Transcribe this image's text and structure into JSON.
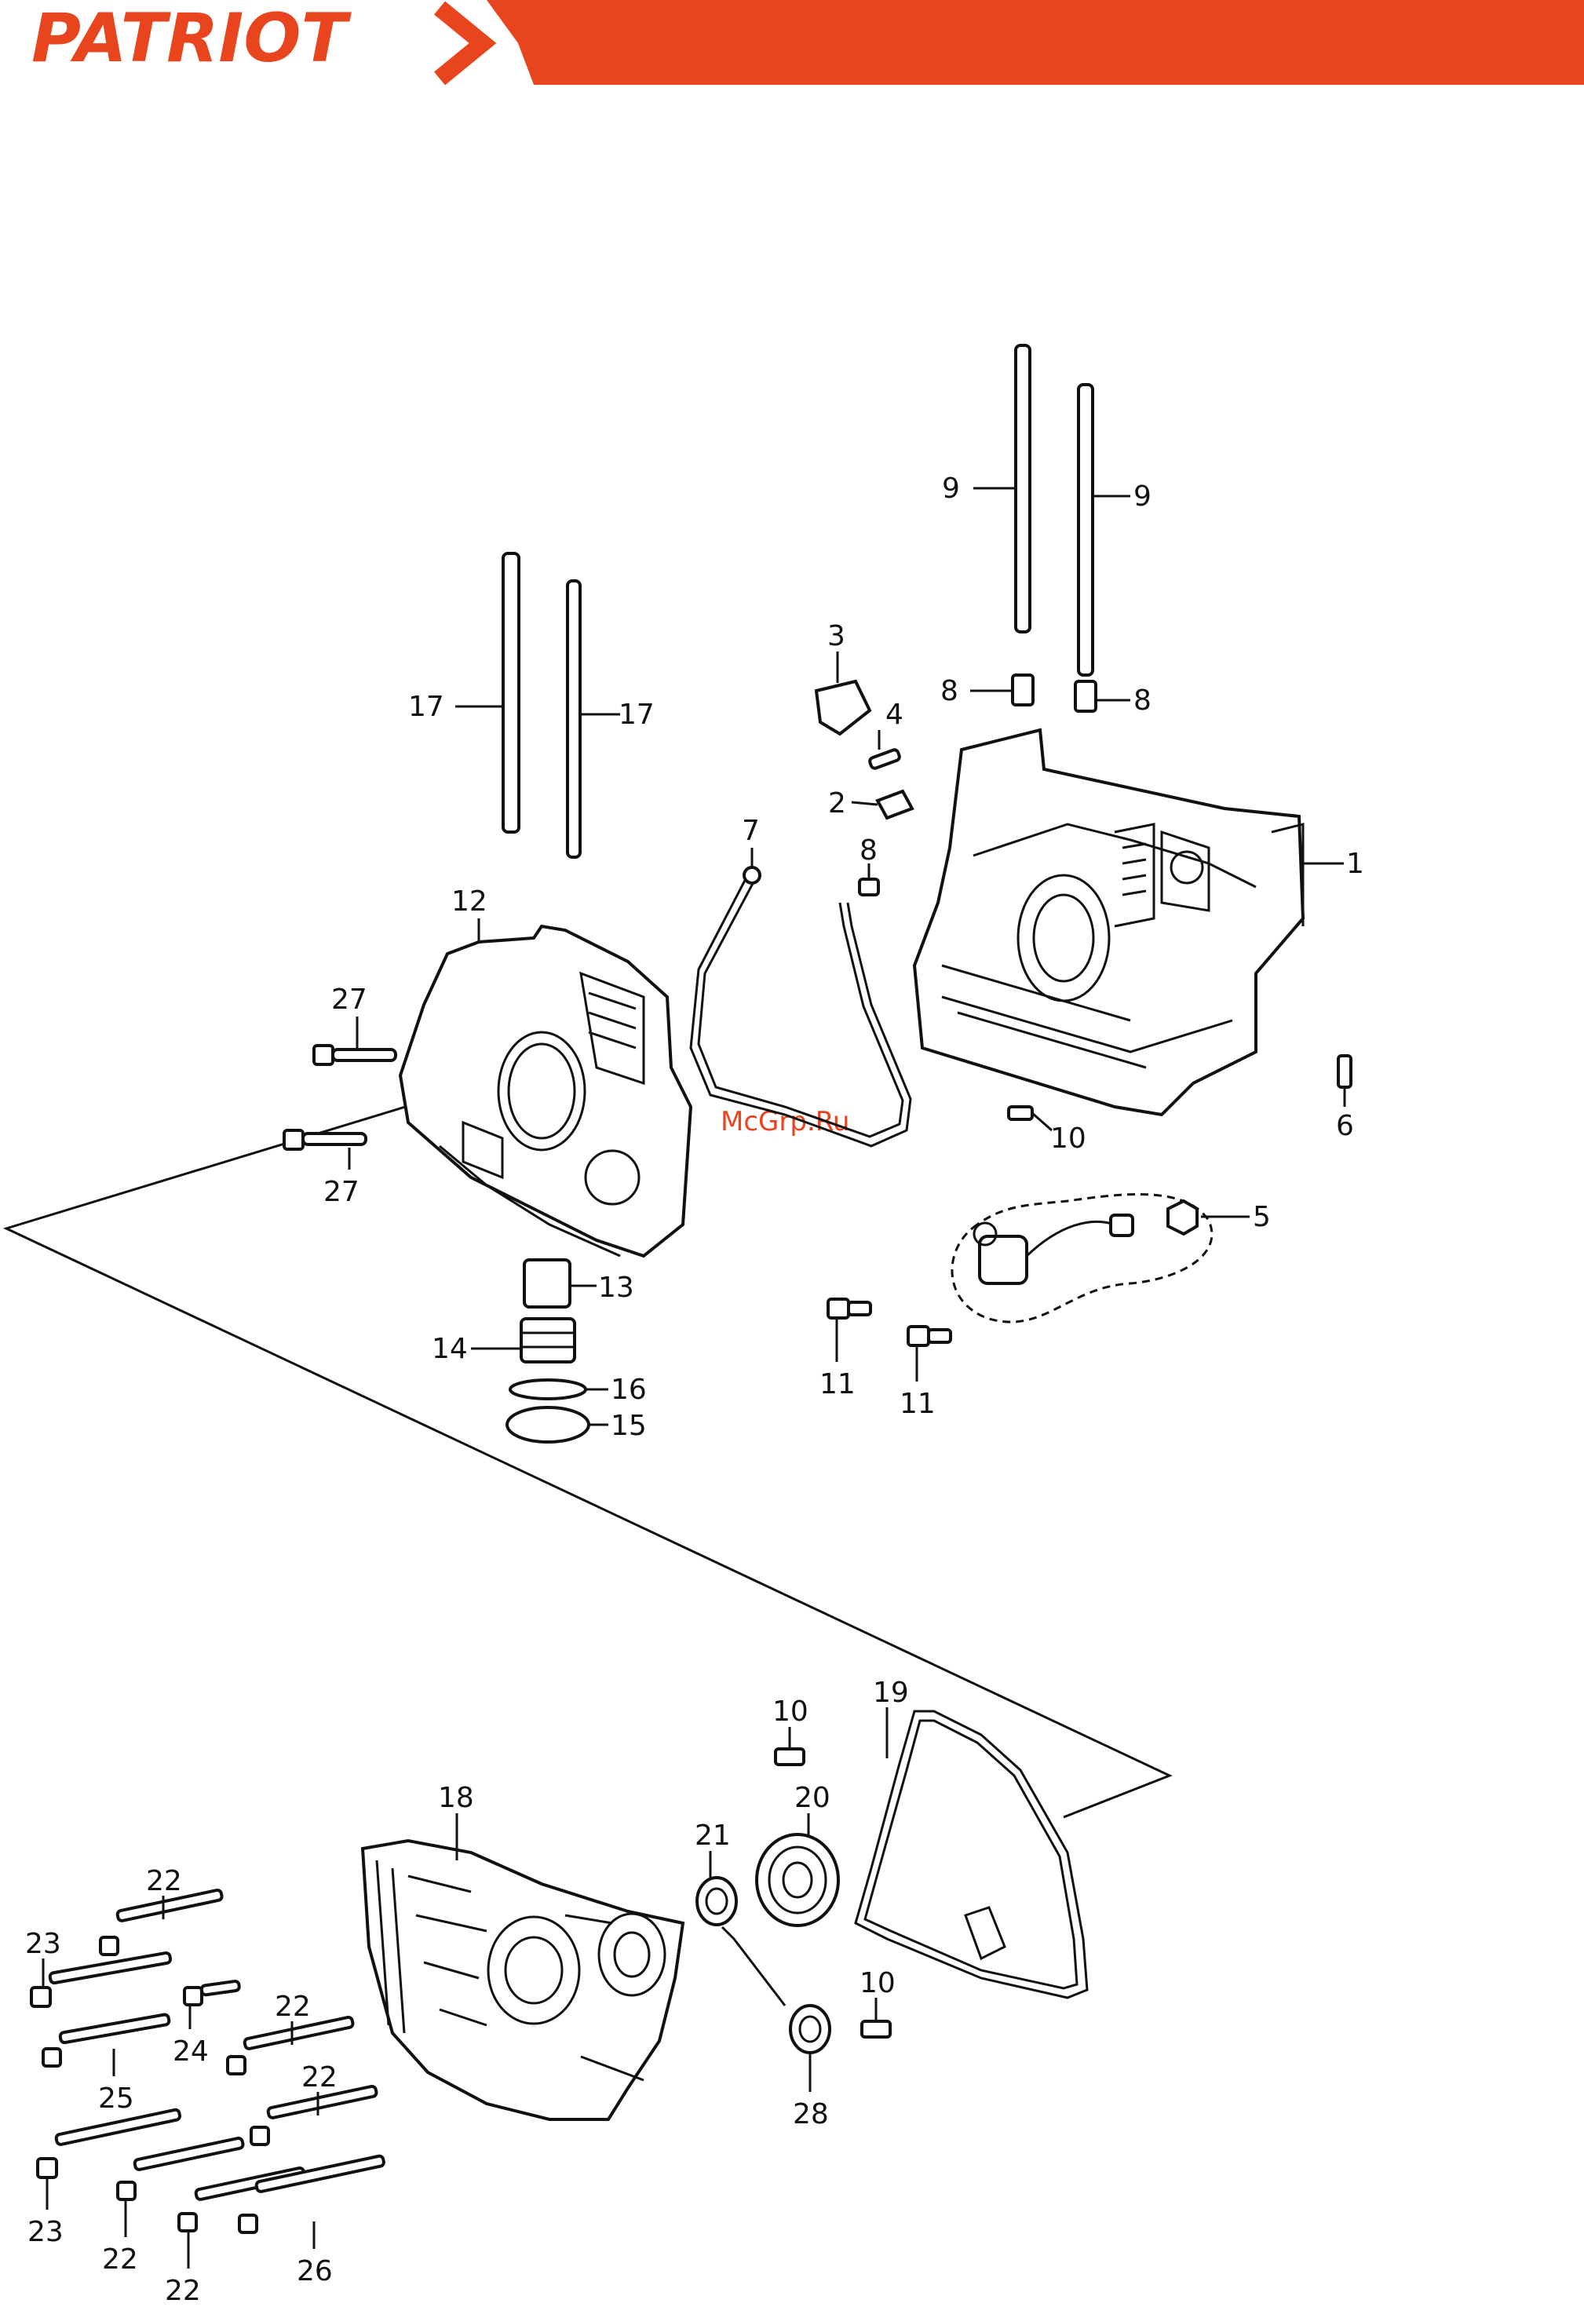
{
  "brand": {
    "name": "PATRIOT",
    "color": "#e8451f"
  },
  "watermark": "McGrp.Ru",
  "labels": {
    "p1": "1",
    "p2": "2",
    "p3": "3",
    "p4": "4",
    "p5": "5",
    "p6": "6",
    "p7": "7",
    "p8a": "8",
    "p8b": "8",
    "p8c": "8",
    "p9a": "9",
    "p9b": "9",
    "p10a": "10",
    "p10b": "10",
    "p10c": "10",
    "p11a": "11",
    "p11b": "11",
    "p12": "12",
    "p13": "13",
    "p14": "14",
    "p15": "15",
    "p16": "16",
    "p17a": "17",
    "p17b": "17",
    "p18": "18",
    "p19": "19",
    "p20": "20",
    "p21": "21",
    "p22a": "22",
    "p22b": "22",
    "p22c": "22",
    "p22d": "22",
    "p22e": "22",
    "p23a": "23",
    "p23b": "23",
    "p24": "24",
    "p25": "25",
    "p26": "26",
    "p27a": "27",
    "p27b": "27",
    "p28": "28"
  }
}
